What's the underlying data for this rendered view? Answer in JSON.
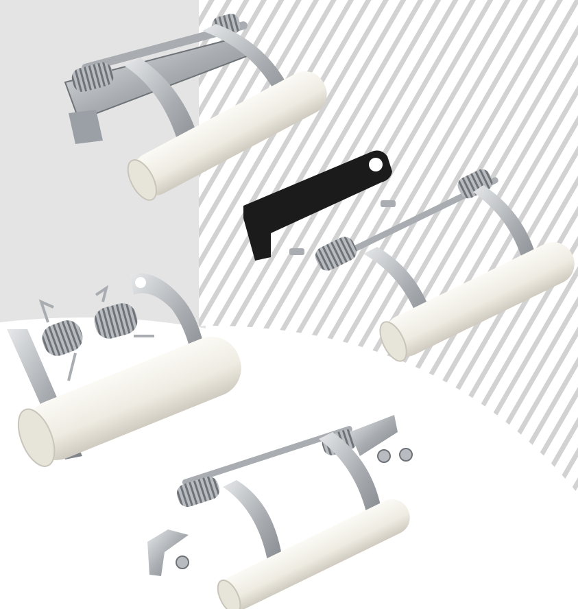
{
  "colors": {
    "background_white": "#ffffff",
    "background_grey": "#e4e4e4",
    "stripe_grey": "#cfcfcf",
    "roller_white": "#f3f1ea",
    "roller_shade": "#d9d6cc",
    "metal_light": "#d8dadc",
    "metal_mid": "#a9adb1",
    "metal_dark": "#6e7378",
    "bracket_black": "#1b1b1b"
  },
  "products": [
    {
      "name": "roller-tensioner-assembly-top"
    },
    {
      "name": "black-mounting-bracket"
    },
    {
      "name": "roller-tensioner-assembly-right"
    },
    {
      "name": "springs-and-roller-parts"
    },
    {
      "name": "roller-tensioner-assembly-bottom"
    }
  ]
}
